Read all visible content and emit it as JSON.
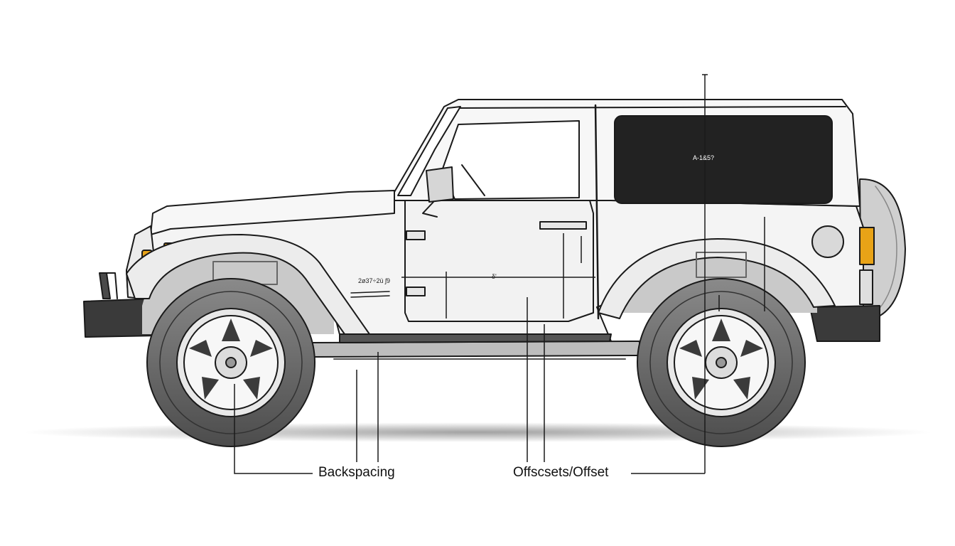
{
  "labels": {
    "backspacing": "Backspacing",
    "offset": "Offscsets/Offset",
    "window_mark": "A-1&5?",
    "fender_badge": "2ø37÷2ü ʃ9",
    "door_dim": "δ'"
  },
  "colors": {
    "outline": "#1a1a1a",
    "body": "#f4f4f4",
    "shade": "#c9c9c9",
    "tire": "#6d6d6d",
    "window": "#222222",
    "amber": "#e8a317"
  }
}
